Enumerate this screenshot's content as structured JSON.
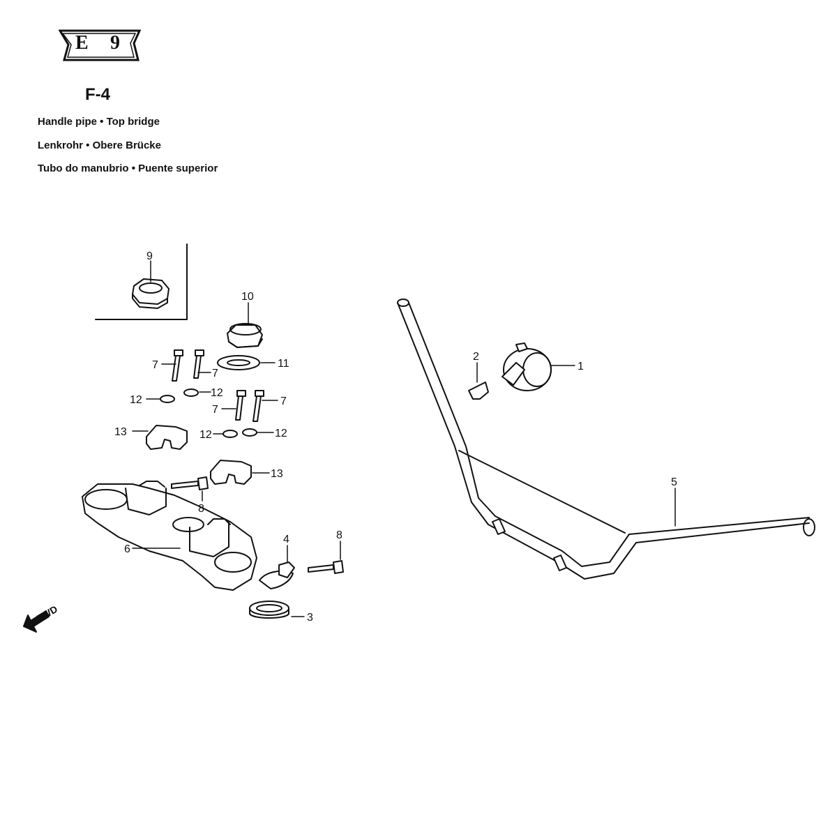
{
  "header": {
    "badge_letter": "E",
    "badge_number": "9",
    "page_code": "F-4",
    "title_lines": [
      "Handle pipe • Top bridge",
      "Lenkrohr • Obere Brücke",
      "Tubo do manubrio • Puente superior"
    ]
  },
  "diagram": {
    "direction_label": "FWD",
    "callouts": [
      "1",
      "2",
      "3",
      "4",
      "5",
      "6",
      "7",
      "8",
      "9",
      "10",
      "11",
      "12",
      "13"
    ]
  }
}
